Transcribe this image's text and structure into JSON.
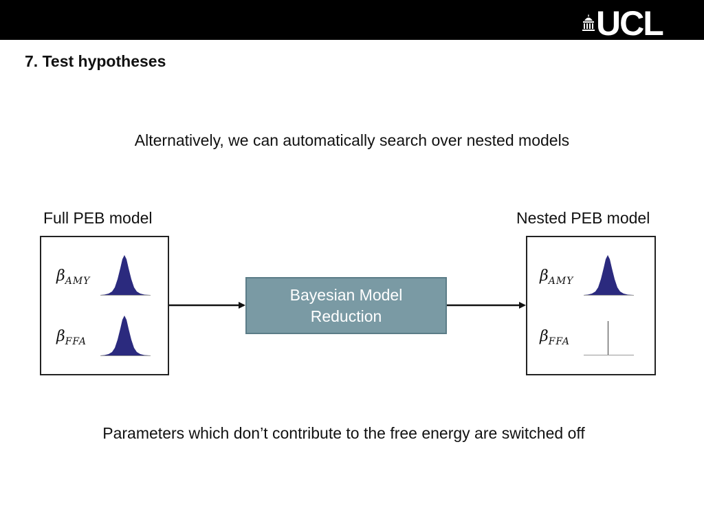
{
  "header": {
    "logo_text": "UCL",
    "title": "7. Test hypotheses"
  },
  "subtitle": "Alternatively, we can automatically search over nested models",
  "full_model": {
    "caption": "Full PEB model",
    "params": [
      {
        "symbol": "β",
        "subscript": "AMY",
        "state": "distribution"
      },
      {
        "symbol": "β",
        "subscript": "FFA",
        "state": "distribution"
      }
    ]
  },
  "process": {
    "label_line1": "Bayesian Model",
    "label_line2": "Reduction"
  },
  "nested_model": {
    "caption": "Nested PEB model",
    "params": [
      {
        "symbol": "β",
        "subscript": "AMY",
        "state": "distribution"
      },
      {
        "symbol": "β",
        "subscript": "FFA",
        "state": "switched-off"
      }
    ]
  },
  "footer": "Parameters which don’t contribute to the free energy are switched off",
  "colors": {
    "distribution_fill": "#2b2a7e",
    "process_box": "#7a9aa4",
    "header_bar": "#000000"
  }
}
